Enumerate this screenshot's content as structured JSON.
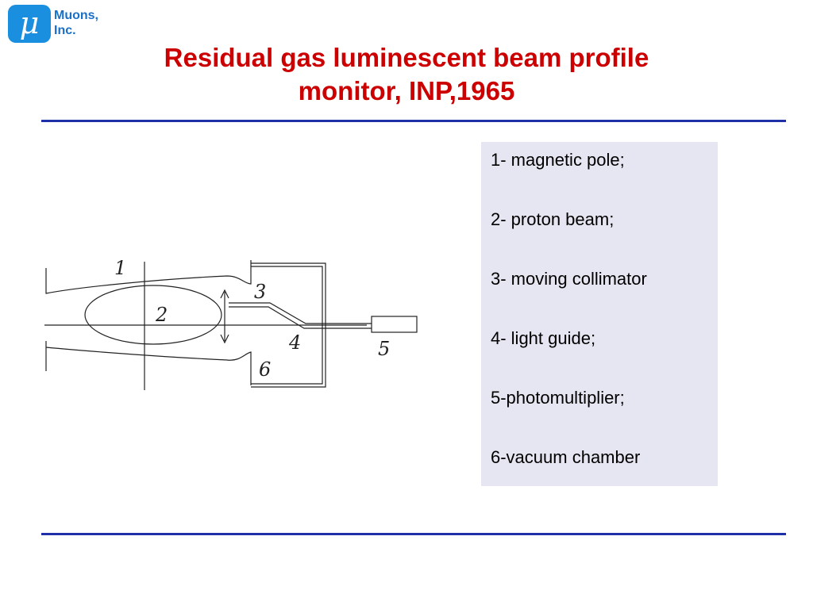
{
  "logo": {
    "symbol": "μ",
    "line1": "Muons,",
    "line2": "Inc."
  },
  "title": {
    "line1": "Residual gas luminescent beam profile",
    "line2": "monitor, INP,1965"
  },
  "diagram": {
    "labels": [
      "1",
      "2",
      "3",
      "4",
      "5",
      "6"
    ]
  },
  "legend": {
    "items": [
      "1- magnetic pole;",
      "2- proton beam;",
      "3- moving collimator",
      "4- light guide;",
      "5-photomultiplier;",
      "6-vacuum chamber"
    ]
  },
  "colors": {
    "title": "#cc0000",
    "rule": "#1f2fa8",
    "legend_bg": "#e6e6f2",
    "logo": "#1a8fe0"
  }
}
